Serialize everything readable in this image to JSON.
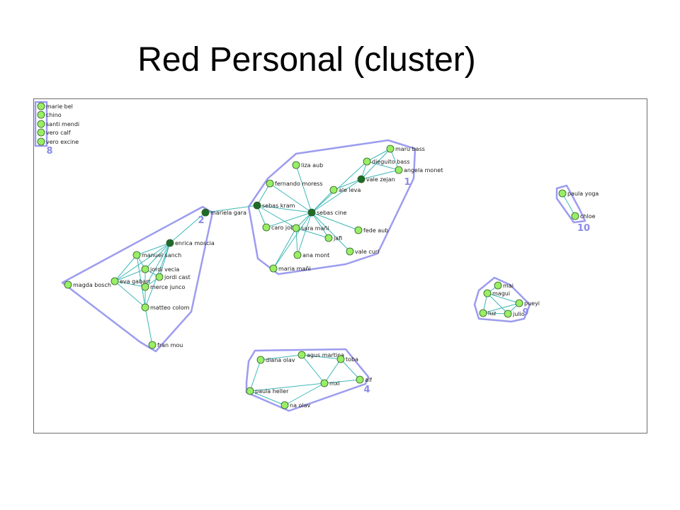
{
  "title": "Red Personal (cluster)",
  "colors": {
    "node": "#99ee66",
    "node_hub": "#1f6b2a",
    "node_stroke": "#2c5a1f",
    "edge": "#3fb7b7",
    "hull": "#9c9cf0",
    "cluster_label": "#8a8ae8"
  },
  "clusters": [
    {
      "label": "8",
      "nodes": [
        "marie bel",
        "chino",
        "santi mendi",
        "vero calf",
        "vero excine"
      ]
    },
    {
      "label": "1",
      "nodes": [
        "maru bass",
        "dieguito bass",
        "angela monet",
        "vale zejan",
        "liza aub",
        "fernando moress",
        "ale leva",
        "sebas kram",
        "sebas cine",
        "caro jobb",
        "sara mañi",
        "jafi",
        "fede aub",
        "ana mont",
        "vale curi",
        "maria mañi"
      ]
    },
    {
      "label": "2",
      "nodes": [
        "mariela gara",
        "enrica moscia",
        "manuel sanch",
        "jordi vecia",
        "jordi cast",
        "eva gabarr",
        "merce junco",
        "magda bosch",
        "matteo colom",
        "fran mou"
      ]
    },
    {
      "label": "10",
      "nodes": [
        "paula yoga",
        "chloe"
      ]
    },
    {
      "label": "9",
      "nodes": [
        "mai",
        "magui",
        "pueyi",
        "luz",
        "julio"
      ]
    },
    {
      "label": "4",
      "nodes": [
        "diana olav",
        "agus martina",
        "toba",
        "alf",
        "mxi",
        "paula heller",
        "na olav"
      ]
    }
  ],
  "nodes": [
    {
      "id": "marie bel",
      "label": "marie bel",
      "hub": false
    },
    {
      "id": "chino",
      "label": "chino",
      "hub": false
    },
    {
      "id": "santi mendi",
      "label": "santi mendi",
      "hub": false
    },
    {
      "id": "vero calf",
      "label": "vero calf",
      "hub": false
    },
    {
      "id": "vero excine",
      "label": "vero excine",
      "hub": false
    },
    {
      "id": "maru bass",
      "label": "maru bass",
      "hub": false
    },
    {
      "id": "dieguito bass",
      "label": "dieguito bass",
      "hub": false
    },
    {
      "id": "angela monet",
      "label": "angela monet",
      "hub": false
    },
    {
      "id": "vale zejan",
      "label": "vale zejan",
      "hub": true
    },
    {
      "id": "liza aub",
      "label": "liza aub",
      "hub": false
    },
    {
      "id": "fernando moress",
      "label": "fernando moress",
      "hub": false
    },
    {
      "id": "ale leva",
      "label": "ale leva",
      "hub": false
    },
    {
      "id": "sebas kram",
      "label": "sebas kram",
      "hub": true
    },
    {
      "id": "sebas cine",
      "label": "sebas cine",
      "hub": true
    },
    {
      "id": "caro jobb",
      "label": "caro jobb",
      "hub": false
    },
    {
      "id": "sara mañi",
      "label": "sara mañi",
      "hub": false
    },
    {
      "id": "jafi",
      "label": "jafi",
      "hub": false
    },
    {
      "id": "fede aub",
      "label": "fede aub",
      "hub": false
    },
    {
      "id": "ana mont",
      "label": "ana mont",
      "hub": false
    },
    {
      "id": "vale curi",
      "label": "vale curi",
      "hub": false
    },
    {
      "id": "maria mañi",
      "label": "maria mañi",
      "hub": false
    },
    {
      "id": "mariela gara",
      "label": "mariela gara",
      "hub": true
    },
    {
      "id": "enrica moscia",
      "label": "enrica moscia",
      "hub": true
    },
    {
      "id": "manuel sanch",
      "label": "manuel sanch",
      "hub": false
    },
    {
      "id": "jordi vecia",
      "label": "jordi vecia",
      "hub": false
    },
    {
      "id": "jordi cast",
      "label": "jordi cast",
      "hub": false
    },
    {
      "id": "eva gabarr",
      "label": "eva gabarr",
      "hub": false
    },
    {
      "id": "merce junco",
      "label": "merce junco",
      "hub": false
    },
    {
      "id": "magda bosch",
      "label": "magda bosch",
      "hub": false
    },
    {
      "id": "matteo colom",
      "label": "matteo colom",
      "hub": false
    },
    {
      "id": "fran mou",
      "label": "fran mou",
      "hub": false
    },
    {
      "id": "paula yoga",
      "label": "paula yoga",
      "hub": false
    },
    {
      "id": "chloe",
      "label": "chloe",
      "hub": false
    },
    {
      "id": "mai",
      "label": "mai",
      "hub": false
    },
    {
      "id": "magui",
      "label": "magui",
      "hub": false
    },
    {
      "id": "pueyi",
      "label": "pueyi",
      "hub": false
    },
    {
      "id": "luz",
      "label": "luz",
      "hub": false
    },
    {
      "id": "julio",
      "label": "julio",
      "hub": false
    },
    {
      "id": "diana olav",
      "label": "diana olav",
      "hub": false
    },
    {
      "id": "agus martina",
      "label": "agus martina",
      "hub": false
    },
    {
      "id": "toba",
      "label": "toba",
      "hub": false
    },
    {
      "id": "alf",
      "label": "alf",
      "hub": false
    },
    {
      "id": "mxi",
      "label": "mxi",
      "hub": false
    },
    {
      "id": "paula heller",
      "label": "paula heller",
      "hub": false
    },
    {
      "id": "na olav",
      "label": "na olav",
      "hub": false
    }
  ],
  "edges": [
    [
      "maru bass",
      "dieguito bass"
    ],
    [
      "maru bass",
      "vale zejan"
    ],
    [
      "maru bass",
      "angela monet"
    ],
    [
      "dieguito bass",
      "angela monet"
    ],
    [
      "dieguito bass",
      "vale zejan"
    ],
    [
      "dieguito bass",
      "sebas cine"
    ],
    [
      "angela monet",
      "vale zejan"
    ],
    [
      "vale zejan",
      "sebas cine"
    ],
    [
      "vale zejan",
      "ale leva"
    ],
    [
      "liza aub",
      "sebas cine"
    ],
    [
      "fernando moress",
      "sebas cine"
    ],
    [
      "fernando moress",
      "sebas kram"
    ],
    [
      "ale leva",
      "sebas cine"
    ],
    [
      "sebas kram",
      "sebas cine"
    ],
    [
      "sebas kram",
      "caro jobb"
    ],
    [
      "sebas kram",
      "sara mañi"
    ],
    [
      "sebas kram",
      "mariela gara"
    ],
    [
      "sebas cine",
      "caro jobb"
    ],
    [
      "sebas cine",
      "sara mañi"
    ],
    [
      "sebas cine",
      "jafi"
    ],
    [
      "sebas cine",
      "fede aub"
    ],
    [
      "sebas cine",
      "ana mont"
    ],
    [
      "sebas cine",
      "vale curi"
    ],
    [
      "sebas cine",
      "maria mañi"
    ],
    [
      "sara mañi",
      "jafi"
    ],
    [
      "sara mañi",
      "ana mont"
    ],
    [
      "sara mañi",
      "maria mañi"
    ],
    [
      "mariela gara",
      "enrica moscia"
    ],
    [
      "enrica moscia",
      "manuel sanch"
    ],
    [
      "enrica moscia",
      "jordi vecia"
    ],
    [
      "enrica moscia",
      "jordi cast"
    ],
    [
      "enrica moscia",
      "eva gabarr"
    ],
    [
      "enrica moscia",
      "merce junco"
    ],
    [
      "enrica moscia",
      "matteo colom"
    ],
    [
      "manuel sanch",
      "jordi vecia"
    ],
    [
      "manuel sanch",
      "eva gabarr"
    ],
    [
      "manuel sanch",
      "matteo colom"
    ],
    [
      "jordi vecia",
      "jordi cast"
    ],
    [
      "jordi vecia",
      "eva gabarr"
    ],
    [
      "jordi vecia",
      "merce junco"
    ],
    [
      "jordi vecia",
      "matteo colom"
    ],
    [
      "jordi cast",
      "merce junco"
    ],
    [
      "eva gabarr",
      "merce junco"
    ],
    [
      "eva gabarr",
      "matteo colom"
    ],
    [
      "merce junco",
      "matteo colom"
    ],
    [
      "matteo colom",
      "fran mou"
    ],
    [
      "paula yoga",
      "chloe"
    ],
    [
      "mai",
      "magui"
    ],
    [
      "magui",
      "pueyi"
    ],
    [
      "magui",
      "luz"
    ],
    [
      "magui",
      "julio"
    ],
    [
      "pueyi",
      "luz"
    ],
    [
      "pueyi",
      "julio"
    ],
    [
      "luz",
      "julio"
    ],
    [
      "diana olav",
      "agus martina"
    ],
    [
      "diana olav",
      "paula heller"
    ],
    [
      "agus martina",
      "toba"
    ],
    [
      "agus martina",
      "mxi"
    ],
    [
      "toba",
      "mxi"
    ],
    [
      "toba",
      "alf"
    ],
    [
      "mxi",
      "alf"
    ],
    [
      "mxi",
      "paula heller"
    ],
    [
      "mxi",
      "na olav"
    ],
    [
      "paula heller",
      "na olav"
    ]
  ]
}
